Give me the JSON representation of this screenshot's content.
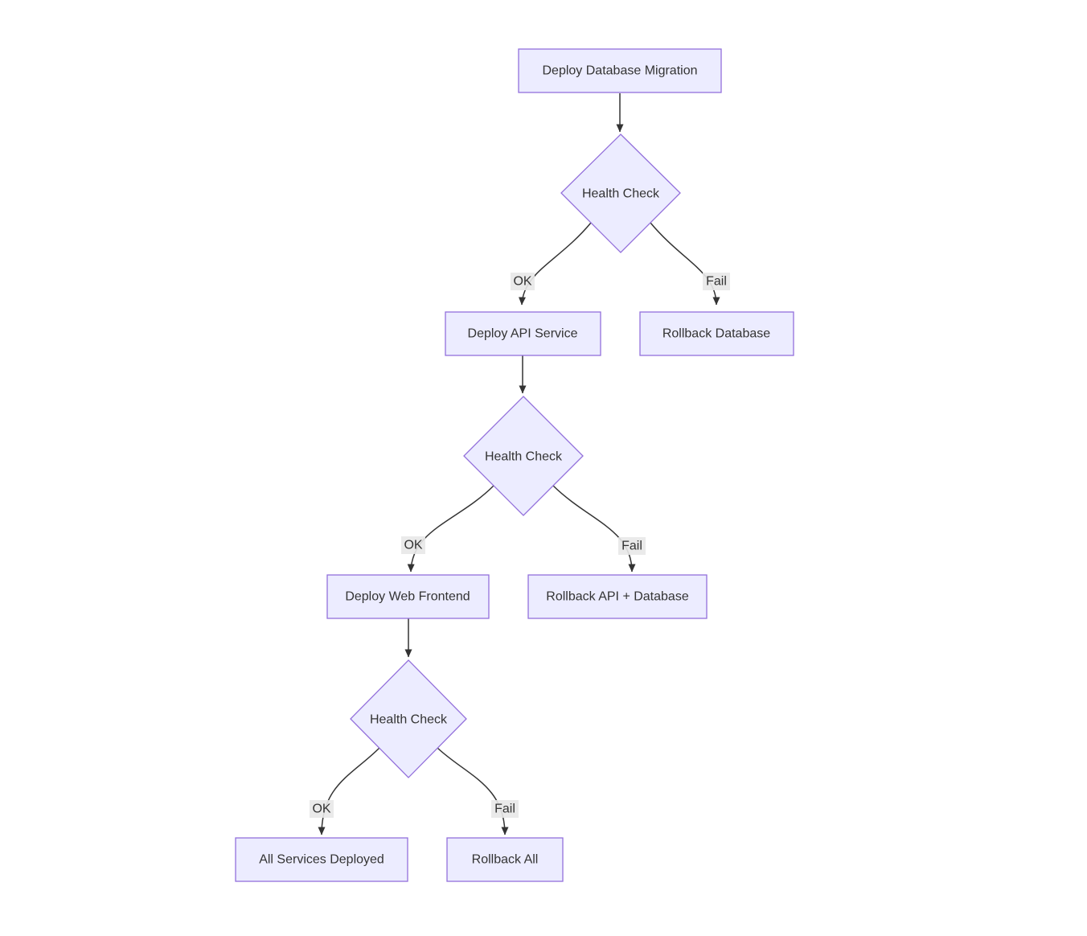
{
  "diagram": {
    "type": "flowchart",
    "direction": "top-down",
    "nodes": [
      {
        "id": "deploy-db-migration",
        "label": "Deploy Database Migration",
        "shape": "rect"
      },
      {
        "id": "health-check-1",
        "label": "Health Check",
        "shape": "diamond"
      },
      {
        "id": "deploy-api-service",
        "label": "Deploy API Service",
        "shape": "rect"
      },
      {
        "id": "rollback-database",
        "label": "Rollback Database",
        "shape": "rect"
      },
      {
        "id": "health-check-2",
        "label": "Health Check",
        "shape": "diamond"
      },
      {
        "id": "deploy-web-frontend",
        "label": "Deploy Web Frontend",
        "shape": "rect"
      },
      {
        "id": "rollback-api-database",
        "label": "Rollback API + Database",
        "shape": "rect"
      },
      {
        "id": "health-check-3",
        "label": "Health Check",
        "shape": "diamond"
      },
      {
        "id": "all-services-deployed",
        "label": "All Services Deployed",
        "shape": "rect"
      },
      {
        "id": "rollback-all",
        "label": "Rollback All",
        "shape": "rect"
      }
    ],
    "edges": [
      {
        "from": "deploy-db-migration",
        "to": "health-check-1",
        "label": ""
      },
      {
        "from": "health-check-1",
        "to": "deploy-api-service",
        "label": "OK"
      },
      {
        "from": "health-check-1",
        "to": "rollback-database",
        "label": "Fail"
      },
      {
        "from": "deploy-api-service",
        "to": "health-check-2",
        "label": ""
      },
      {
        "from": "health-check-2",
        "to": "deploy-web-frontend",
        "label": "OK"
      },
      {
        "from": "health-check-2",
        "to": "rollback-api-database",
        "label": "Fail"
      },
      {
        "from": "deploy-web-frontend",
        "to": "health-check-3",
        "label": ""
      },
      {
        "from": "health-check-3",
        "to": "all-services-deployed",
        "label": "OK"
      },
      {
        "from": "health-check-3",
        "to": "rollback-all",
        "label": "Fail"
      }
    ],
    "colors": {
      "node_fill": "#ECECFF",
      "node_border": "#9370DB",
      "edge_line": "#333333",
      "edge_label_bg": "#e8e8e8",
      "text": "#333333",
      "background": "#ffffff"
    }
  }
}
